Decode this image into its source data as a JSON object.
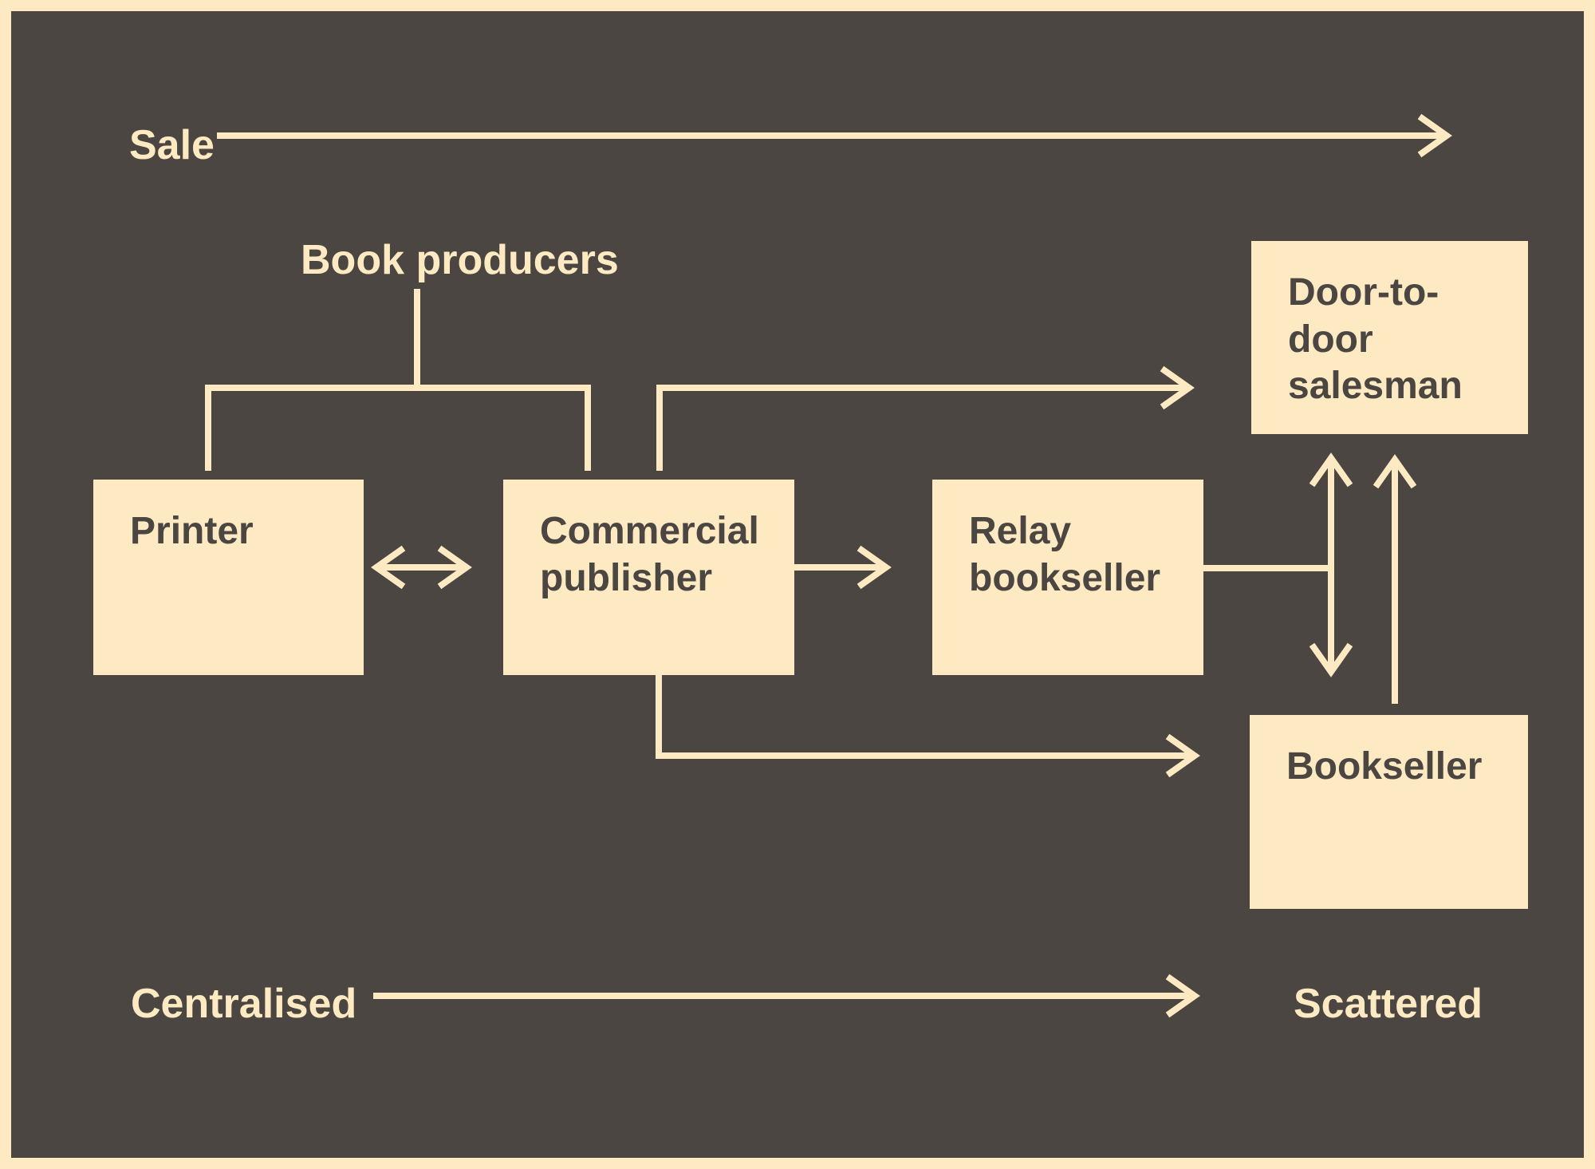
{
  "labels": {
    "sale": "Sale",
    "book_producers": "Book producers",
    "centralised": "Centralised",
    "scattered": "Scattered"
  },
  "boxes": {
    "printer": "Printer",
    "commercial_publisher": "Commercial\npublisher",
    "relay_bookseller": "Relay\nbookseller",
    "door_to_door_salesman": "Door-to-door\nsalesman",
    "bookseller": "Bookseller"
  },
  "colors": {
    "background": "#4b4642",
    "cream": "#fdeac3",
    "box_fill": "#fdeac3",
    "box_text": "#4b4642",
    "frame": "#fdeac3"
  }
}
